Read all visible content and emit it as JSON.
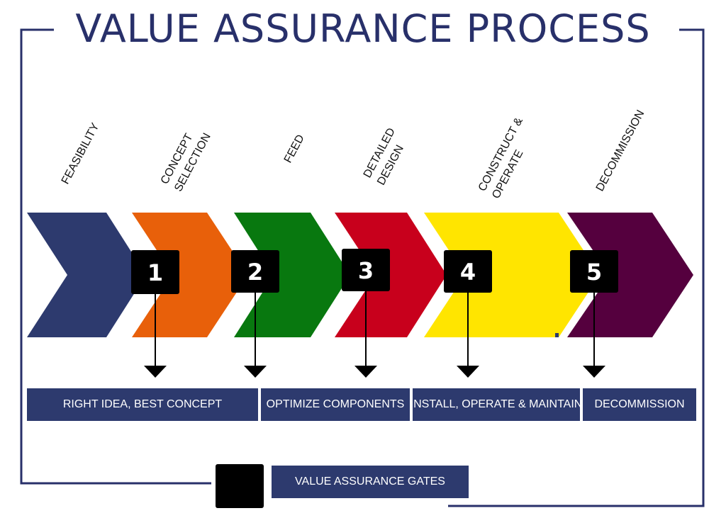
{
  "title": "VALUE ASSURANCE PROCESS",
  "colors": {
    "frame": "#28306a",
    "box": "#2d3a6e",
    "chevrons": [
      "#2d3a6e",
      "#e8600a",
      "#08780f",
      "#c8001c",
      "#ffe500",
      "#55003e"
    ]
  },
  "stages": [
    {
      "lines": [
        "FEASIBILITY"
      ]
    },
    {
      "lines": [
        "CONCEPT",
        "SELECTION"
      ]
    },
    {
      "lines": [
        "FEED"
      ]
    },
    {
      "lines": [
        "DETAILED",
        "DESIGN"
      ]
    },
    {
      "lines": [
        "CONSTRUCT &",
        "OPERATE"
      ]
    },
    {
      "lines": [
        "DECOMMISSION"
      ]
    }
  ],
  "gates": [
    "1",
    "2",
    "3",
    "4",
    "5"
  ],
  "outcomes": [
    "RIGHT IDEA, BEST CONCEPT",
    "OPTIMIZE COMPONENTS",
    "INSTALL, OPERATE & MAINTAIN",
    "DECOMMISSION"
  ],
  "legend": {
    "label": "VALUE ASSURANCE GATES",
    "icon": "black-square-gate-icon"
  }
}
